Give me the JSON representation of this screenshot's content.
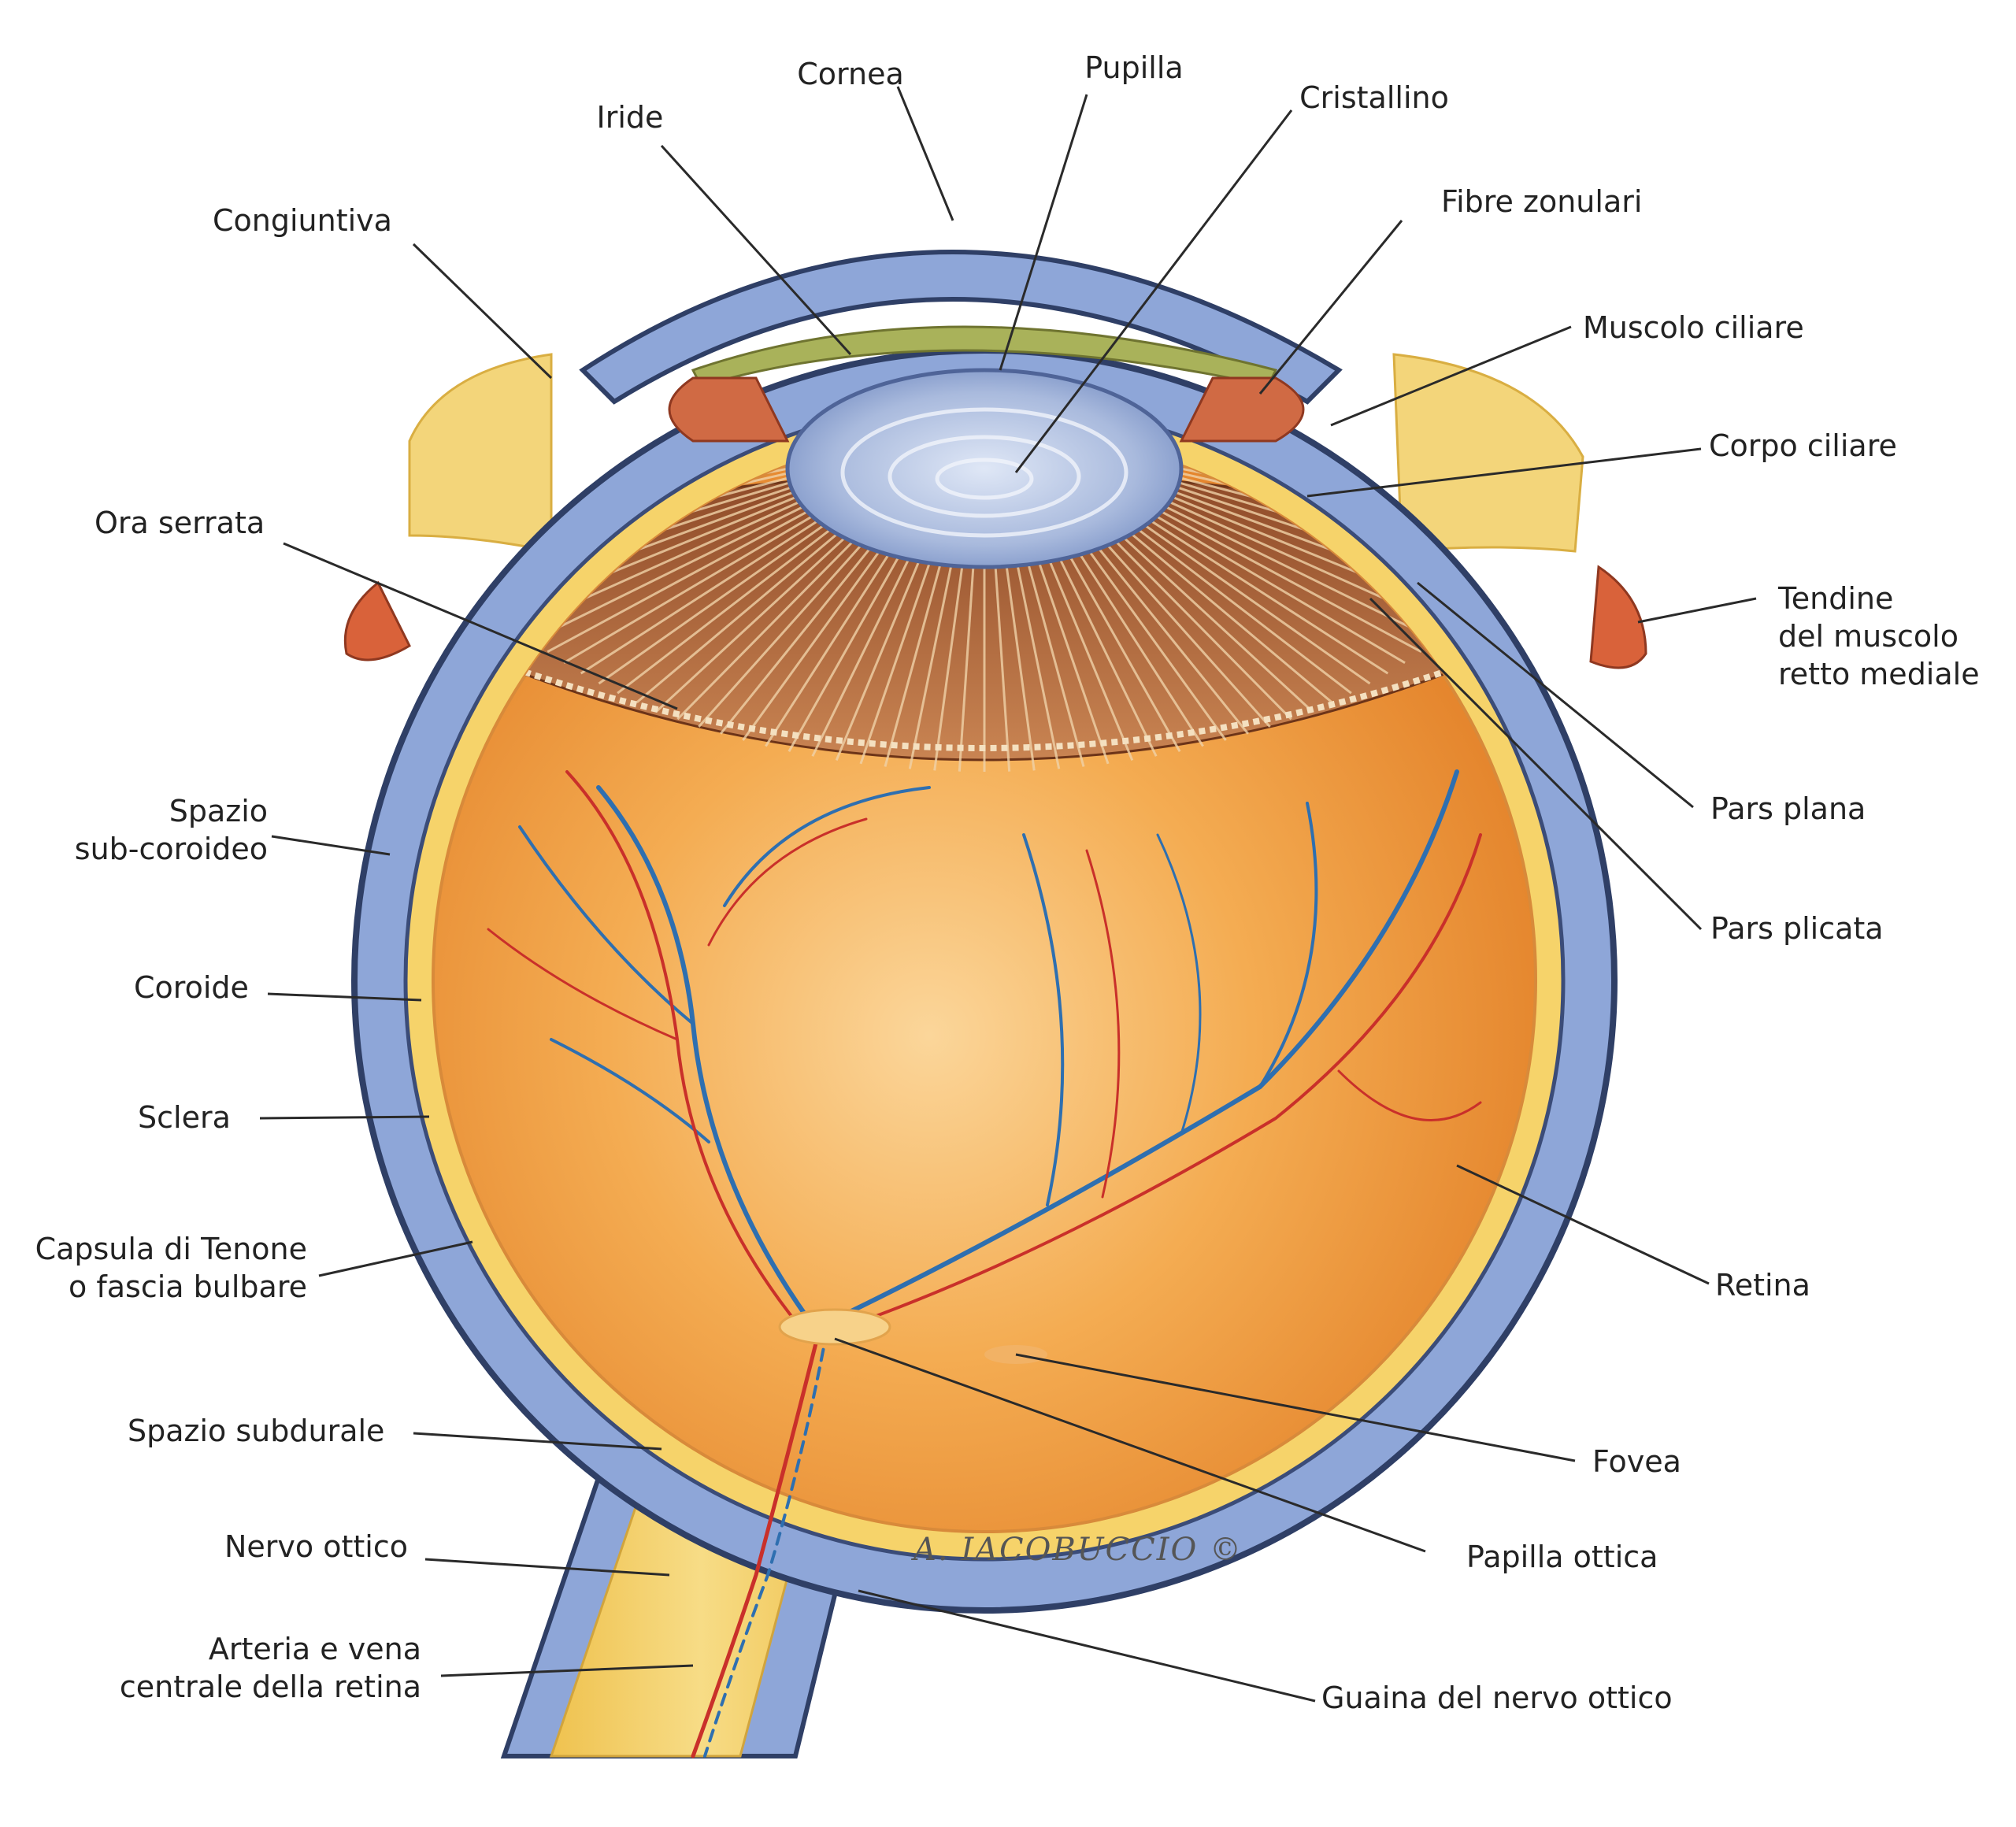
{
  "labels": {
    "cornea": "Cornea",
    "pupilla": "Pupilla",
    "iride": "Iride",
    "cristallino": "Cristallino",
    "congiuntiva": "Congiuntiva",
    "fibre_zonulari": "Fibre zonulari",
    "muscolo_ciliare": "Muscolo ciliare",
    "corpo_ciliare": "Corpo ciliare",
    "ora_serrata": "Ora serrata",
    "tendine_line1": "Tendine",
    "tendine_line2": "del muscolo",
    "tendine_line3": "retto mediale",
    "spazio_sub_line1": "Spazio",
    "spazio_sub_line2": "sub-coroideo",
    "pars_plana": "Pars plana",
    "pars_plicata": "Pars plicata",
    "coroide": "Coroide",
    "sclera": "Sclera",
    "capsula_line1": "Capsula di Tenone",
    "capsula_line2": "o fascia bulbare",
    "retina": "Retina",
    "spazio_subdurale": "Spazio subdurale",
    "fovea": "Fovea",
    "nervo_ottico": "Nervo ottico",
    "papilla_ottica": "Papilla ottica",
    "arteria_line1": "Arteria e vena",
    "arteria_line2": "centrale della retina",
    "guaina": "Guaina del nervo ottico"
  },
  "signature": "A. IACOBUCCIO ©",
  "colors": {
    "sclera": "#8ea6d8",
    "sclera_outline": "#2f3f66",
    "retina": "#f2a24a",
    "retina_dark": "#e07b22",
    "choroid_yellow": "#f6d36a",
    "ciliary": "#b4663a",
    "lens": "#a7b8dc",
    "iris": "#a9b25a",
    "artery": "#c9302a",
    "vein": "#2e6fb0",
    "leader": "#2a2a2a"
  }
}
